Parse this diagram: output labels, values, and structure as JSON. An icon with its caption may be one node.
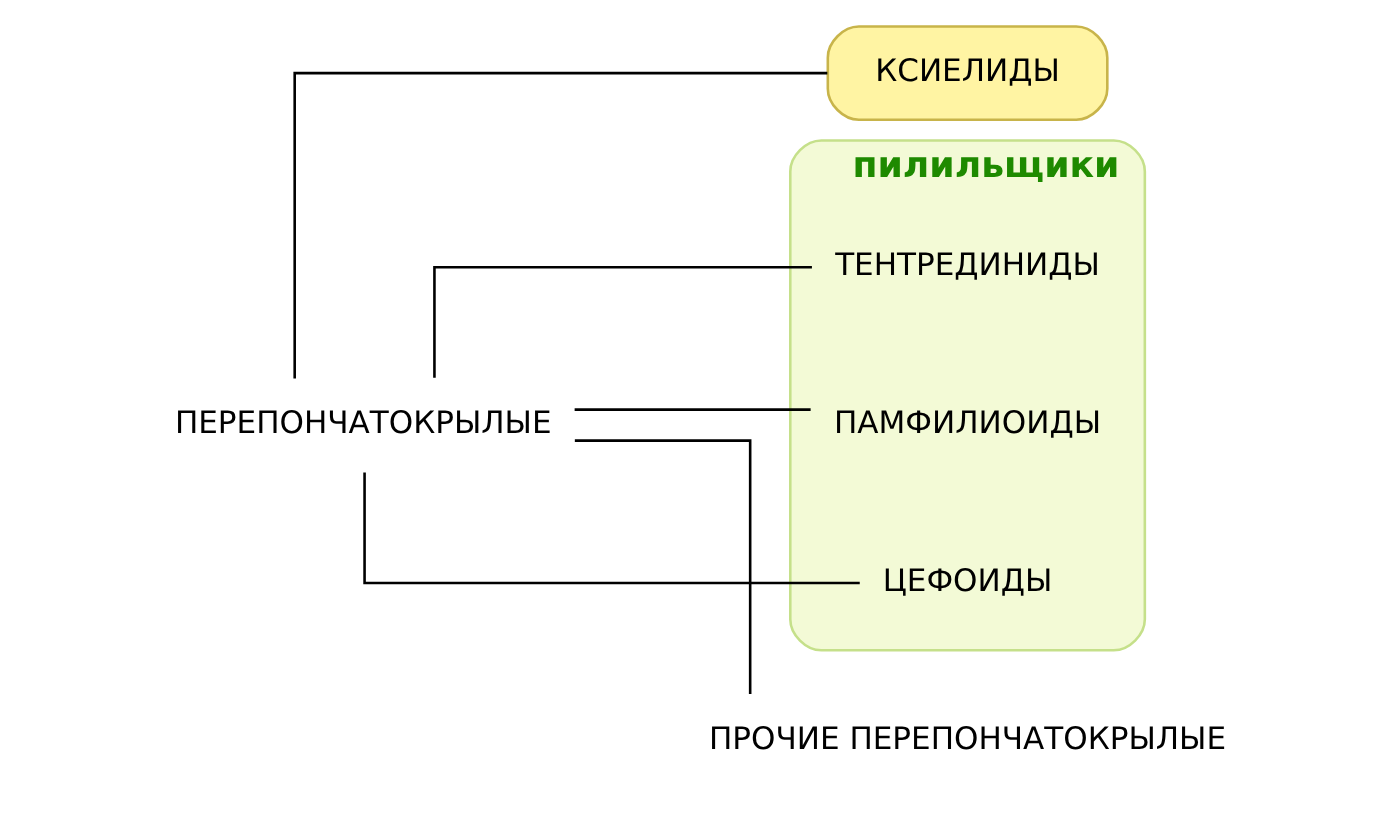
{
  "diagram": {
    "nodes": [
      {
        "text": [
          "ПЕРЕПОНЧАТОКРЫЛЫЕ"
        ]
      },
      {
        "text": [
          "КСИЕЛИДЫ"
        ]
      },
      {
        "text": [
          "пилильщики"
        ]
      },
      {
        "text": [
          "ТЕНТРЕДИНИДЫ"
        ],
        "in": 2
      },
      {
        "text": [
          "ПАМФИЛИОИДЫ"
        ],
        "in": 2
      },
      {
        "text": [
          "ЦЕФОИДЫ"
        ],
        "in": 2
      },
      {
        "text": [
          "ПРОЧИЕ ПЕРЕПОНЧАТОКРЫЛЫЕ"
        ]
      }
    ],
    "edges": [
      {
        "from": 0,
        "to": 1,
        "arrow": "none"
      },
      {
        "from": 0,
        "to": 3,
        "arrow": "none"
      },
      {
        "from": 0,
        "to": 4,
        "arrow": "none"
      },
      {
        "from": 0,
        "to": 5,
        "arrow": "none"
      },
      {
        "from": 0,
        "to": 6,
        "arrow": "none"
      }
    ]
  }
}
